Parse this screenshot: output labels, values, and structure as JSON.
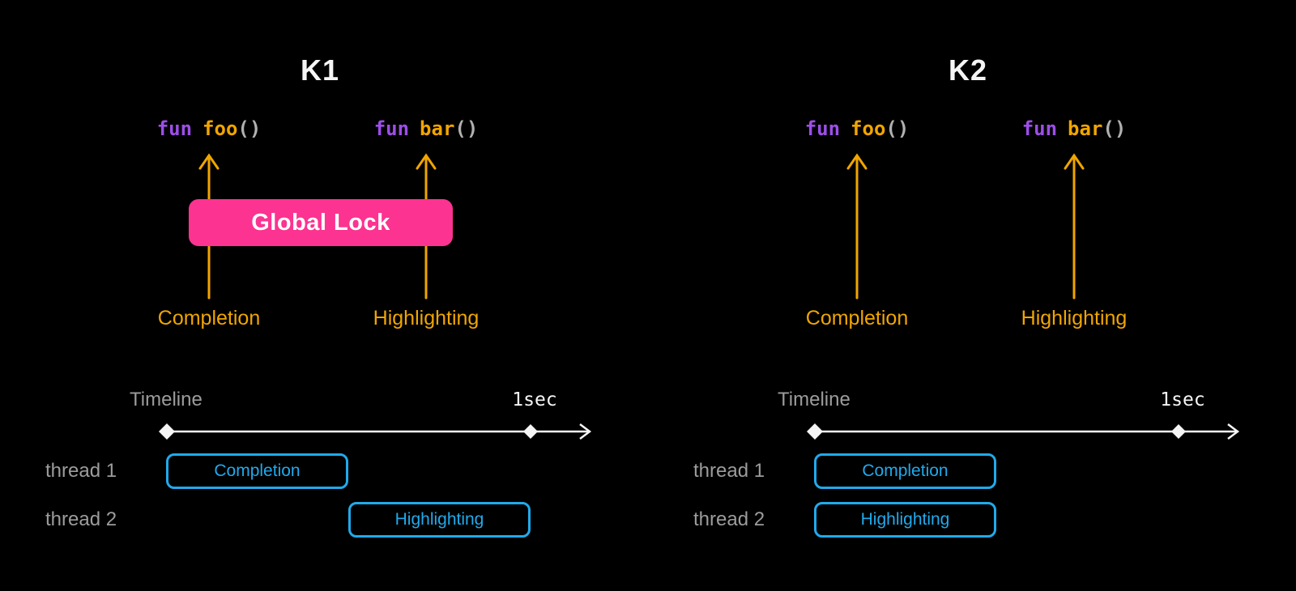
{
  "colors": {
    "background": "#000000",
    "title_white": "#F5F5F5",
    "accent_orange": "#F0A500",
    "accent_pink": "#FC3390",
    "accent_cyan": "#20AAEC",
    "keyword_purple": "#9D4EE8",
    "paren_gray": "#B0B0B0",
    "muted_gray": "#9C9C9C"
  },
  "diagram": {
    "panels": [
      {
        "title": "K1",
        "functions": [
          {
            "keyword": "fun",
            "name": "foo",
            "parens": "()",
            "label": "Completion"
          },
          {
            "keyword": "fun",
            "name": "bar",
            "parens": "()",
            "label": "Highlighting"
          }
        ],
        "global_lock_label": "Global Lock",
        "timeline": {
          "label": "Timeline",
          "end_label": "1sec",
          "threads": [
            {
              "label": "thread 1",
              "task": "Completion",
              "start_sec": 0,
              "end_sec": 0.5
            },
            {
              "label": "thread 2",
              "task": "Highlighting",
              "start_sec": 0.5,
              "end_sec": 1.0
            }
          ]
        }
      },
      {
        "title": "K2",
        "functions": [
          {
            "keyword": "fun",
            "name": "foo",
            "parens": "()",
            "label": "Completion"
          },
          {
            "keyword": "fun",
            "name": "bar",
            "parens": "()",
            "label": "Highlighting"
          }
        ],
        "timeline": {
          "label": "Timeline",
          "end_label": "1sec",
          "threads": [
            {
              "label": "thread 1",
              "task": "Completion",
              "start_sec": 0,
              "end_sec": 0.5
            },
            {
              "label": "thread 2",
              "task": "Highlighting",
              "start_sec": 0,
              "end_sec": 0.5
            }
          ]
        }
      }
    ]
  }
}
